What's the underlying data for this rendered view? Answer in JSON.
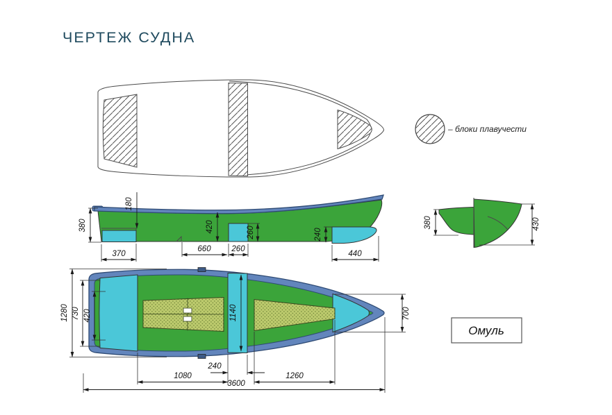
{
  "title": "ЧЕРТЕЖ СУДНА",
  "legend": {
    "label": "–  блоки плавучести"
  },
  "model": {
    "name": "Омуль"
  },
  "colors": {
    "hull_green": "#3ba43a",
    "seat_cyan": "#4bc7d8",
    "gunwale_blue": "#6285bc",
    "floor_hatch": "#bcca6d",
    "title_text": "#1f4a5e"
  },
  "dims": {
    "side": {
      "depth_stern": "380",
      "seat_drop": "180",
      "depth_mid": "420",
      "seat_mid_h": "260",
      "seat_bow_h": "240",
      "seat_stern_len": "370",
      "mid_gap": "660",
      "seat_mid_len": "260",
      "seat_bow_len": "440"
    },
    "section": {
      "depth_aft": "380",
      "depth_fwd": "430"
    },
    "plan": {
      "beam": "1280",
      "transom_inner": "730",
      "stern_seat": "420",
      "thwart_len": "1140",
      "bow_width": "700",
      "thwart_width": "240",
      "floor_aft": "1080",
      "floor_fwd": "1260",
      "length_overall": "3600"
    }
  }
}
